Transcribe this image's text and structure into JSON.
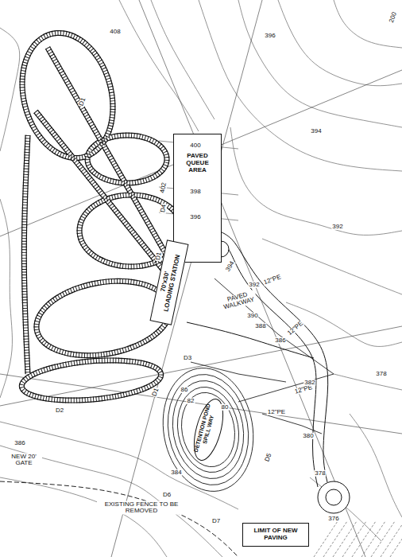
{
  "diagram": {
    "nodes": [
      {
        "text": [
          "PAVED QUEUE AREA"
        ]
      },
      {
        "text": [
          "70'x30'",
          "LOADING STATION"
        ]
      },
      {
        "text": [
          "DETENTION POND",
          "SPILL WAY"
        ]
      },
      {
        "text": [
          "LIMIT OF NEW PAVING"
        ]
      }
    ],
    "labels": [
      "400",
      "398",
      "396",
      "402",
      "D4",
      "D1",
      "D1",
      "D1",
      "394",
      "392",
      "12\"PE",
      "PAVED WALKWAY",
      "390",
      "388",
      "386",
      "12\"PE",
      "D3",
      "12\"PE",
      "12\"PE",
      "382",
      "380",
      "378",
      "376",
      "D2",
      "386",
      "NEW 20' GATE",
      "384",
      "D5",
      "D6",
      "D7",
      "EXISTING FENCE TO BE REMOVED",
      "86",
      "82",
      "80",
      "200",
      "396",
      "394",
      "392",
      "378",
      "408"
    ]
  }
}
